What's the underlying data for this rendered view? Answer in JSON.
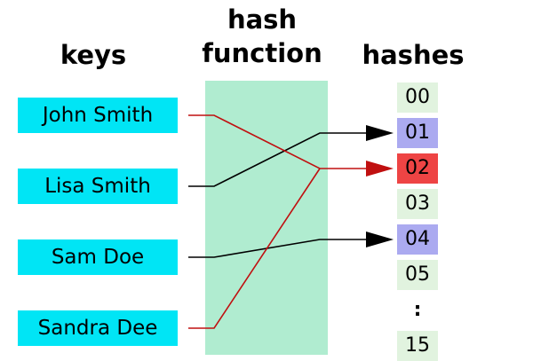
{
  "headings": {
    "keys": "keys",
    "hash_function": "hash\nfunction",
    "hashes": "hashes"
  },
  "keys": [
    {
      "label": "John Smith",
      "slot": "02"
    },
    {
      "label": "Lisa Smith",
      "slot": "01"
    },
    {
      "label": "Sam Doe",
      "slot": "04"
    },
    {
      "label": "Sandra Dee",
      "slot": "02"
    }
  ],
  "buckets": [
    {
      "label": "00",
      "state": "empty"
    },
    {
      "label": "01",
      "state": "occupied"
    },
    {
      "label": "02",
      "state": "collision"
    },
    {
      "label": "03",
      "state": "empty"
    },
    {
      "label": "04",
      "state": "occupied"
    },
    {
      "label": "05",
      "state": "empty"
    }
  ],
  "ellipsis": ":",
  "last_bucket": "15",
  "colors": {
    "key_box": "#00e5f5",
    "hash_band": "#b0ecd0",
    "empty_bucket": "#e1f3df",
    "occupied_bucket": "#abaaf0",
    "collision_bucket": "#ee4444",
    "normal_link": "#000000",
    "collision_link": "#c01010"
  }
}
